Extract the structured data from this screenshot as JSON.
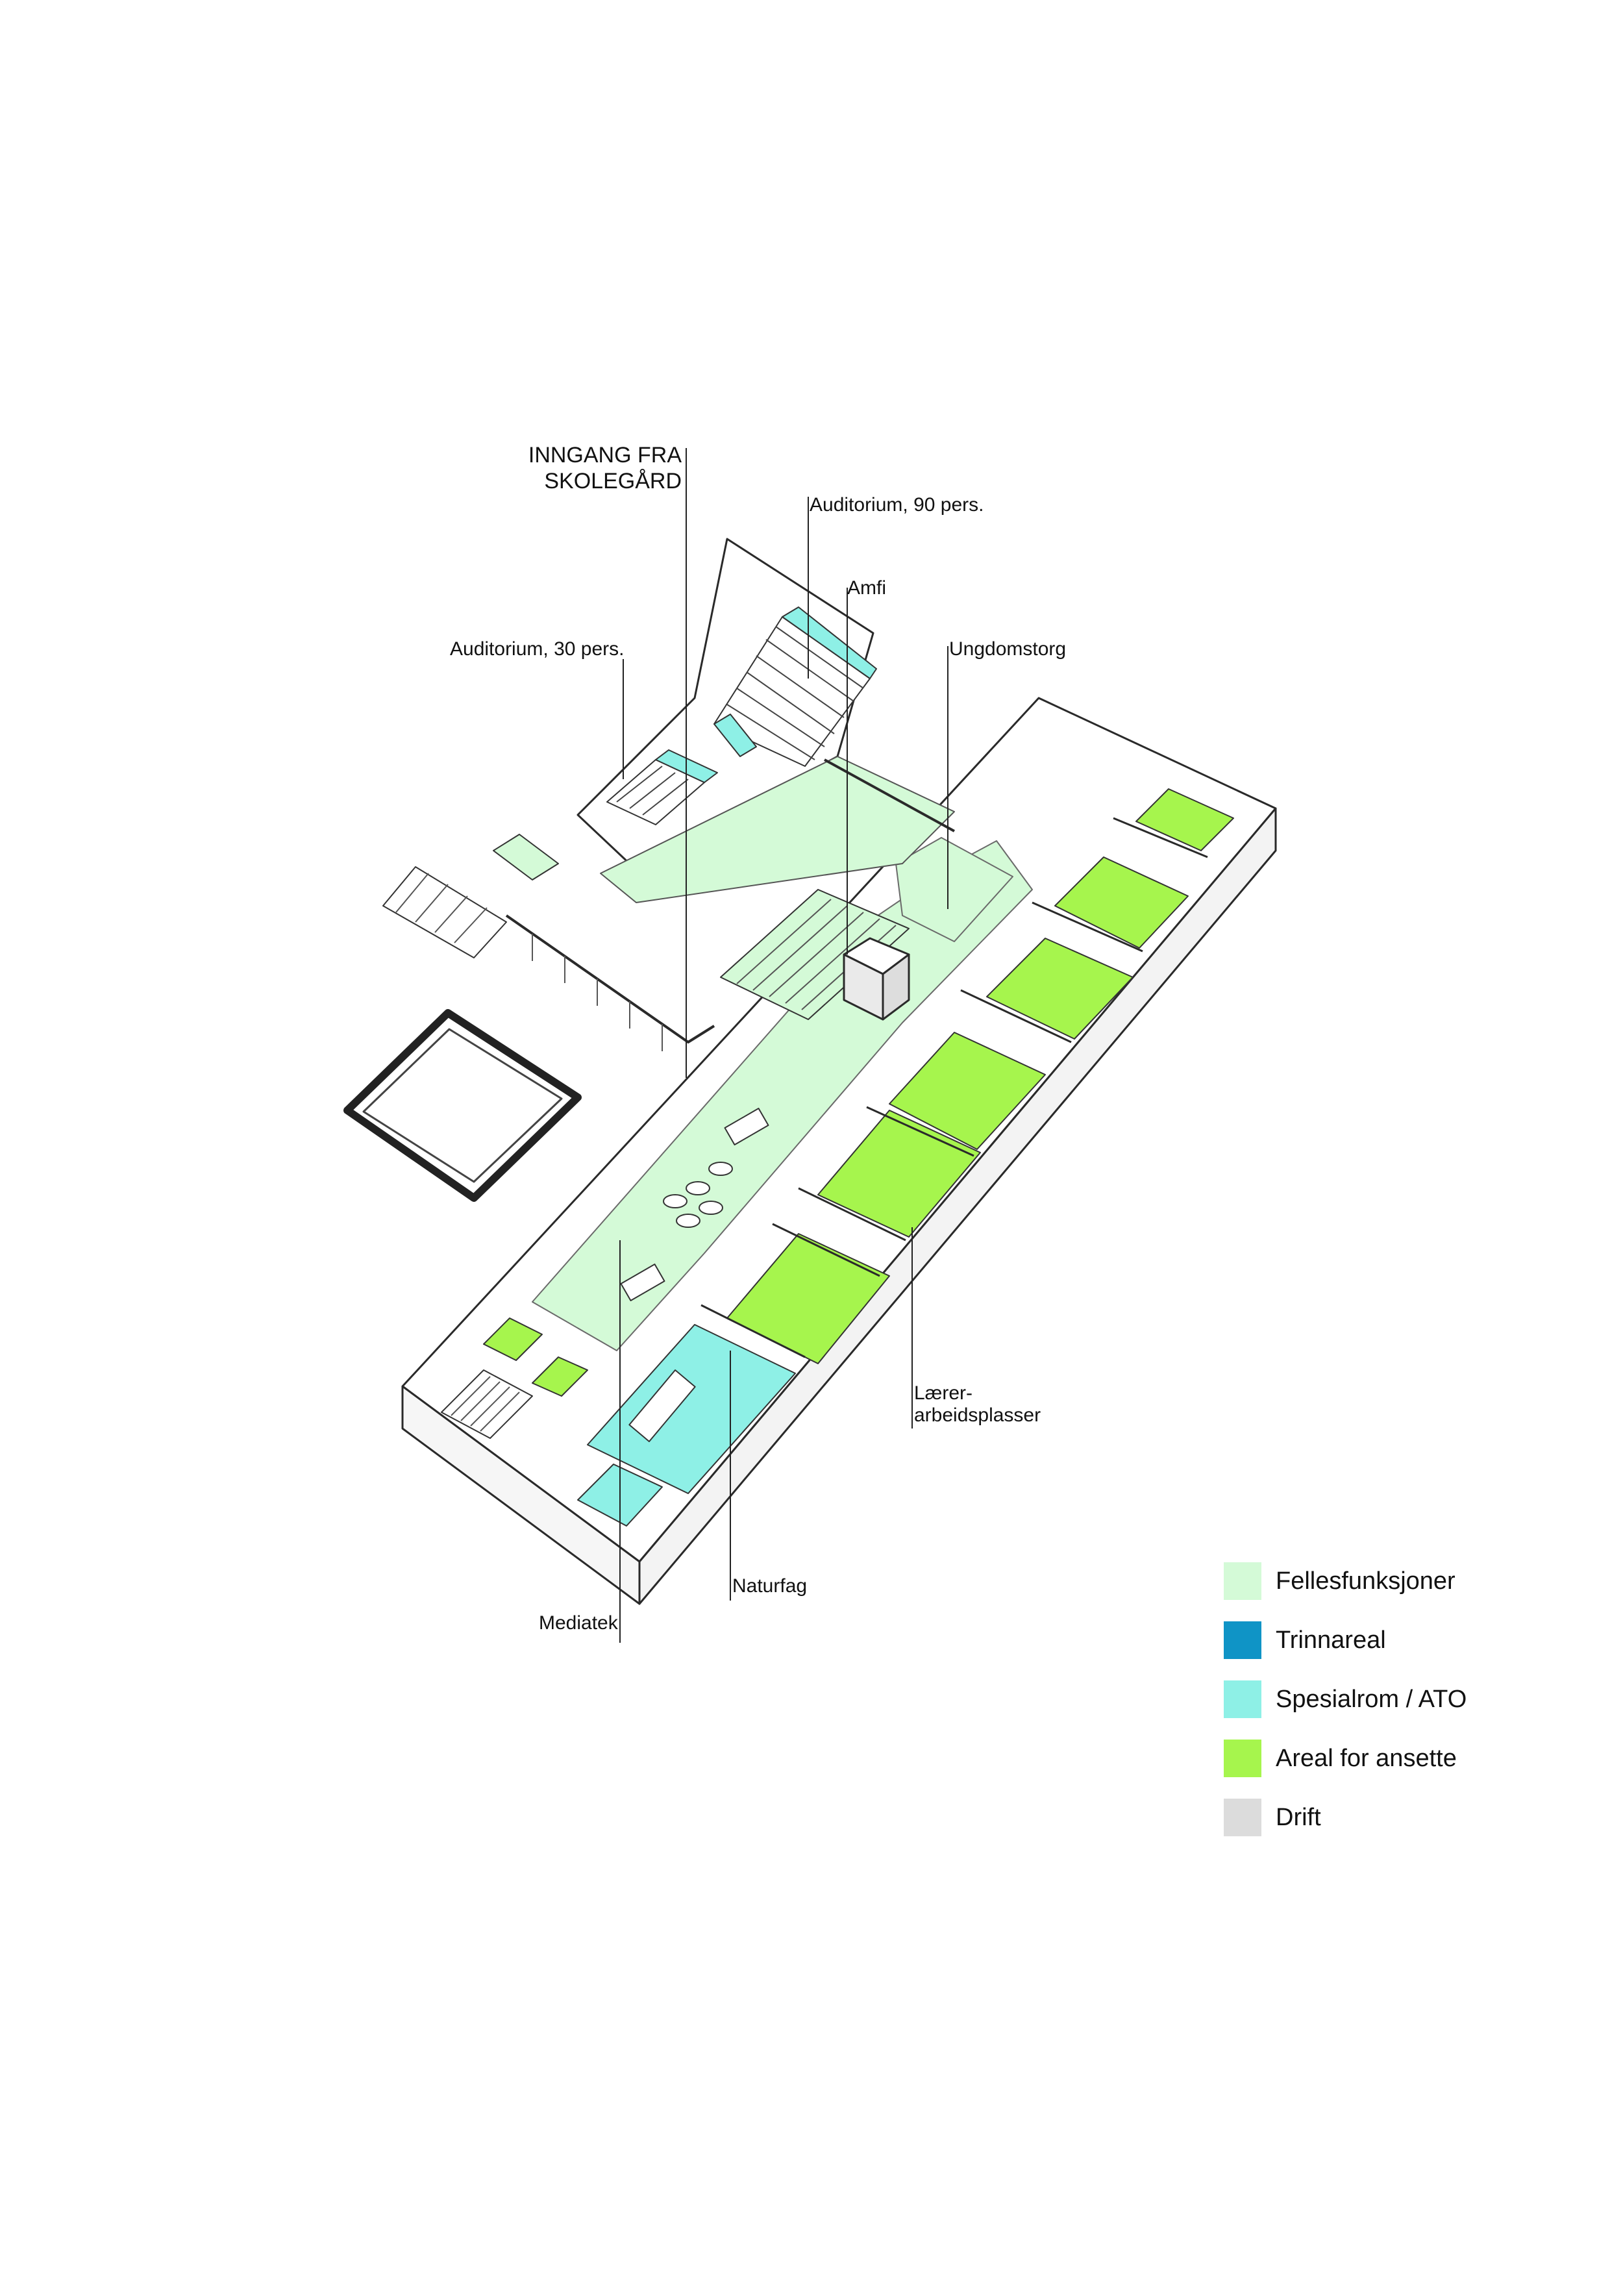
{
  "labels": {
    "entrance_line1": "INNGANG FRA",
    "entrance_line2": "SKOLEGÅRD",
    "auditorium_90": "Auditorium, 90 pers.",
    "amfi": "Amfi",
    "auditorium_30": "Auditorium, 30 pers.",
    "ungdomstorg": "Ungdomstorg",
    "laerer_line1": "Lærer-",
    "laerer_line2": "arbeidsplasser",
    "naturfag": "Naturfag",
    "mediatek": "Mediatek"
  },
  "legend": [
    {
      "label": "Fellesfunksjoner",
      "color": "#d4fad7"
    },
    {
      "label": "Trinnareal",
      "color": "#0f94c6"
    },
    {
      "label": "Spesialrom / ATO",
      "color": "#8ef0e6"
    },
    {
      "label": "Areal for ansette",
      "color": "#a6f54d"
    },
    {
      "label": "Drift",
      "color": "#dcdcdc"
    }
  ],
  "colors": {
    "fellesfunksjoner": "#d4fad7",
    "spesialrom": "#8ef0e6",
    "ansette": "#a6f54d",
    "line": "#2a2a2a"
  }
}
